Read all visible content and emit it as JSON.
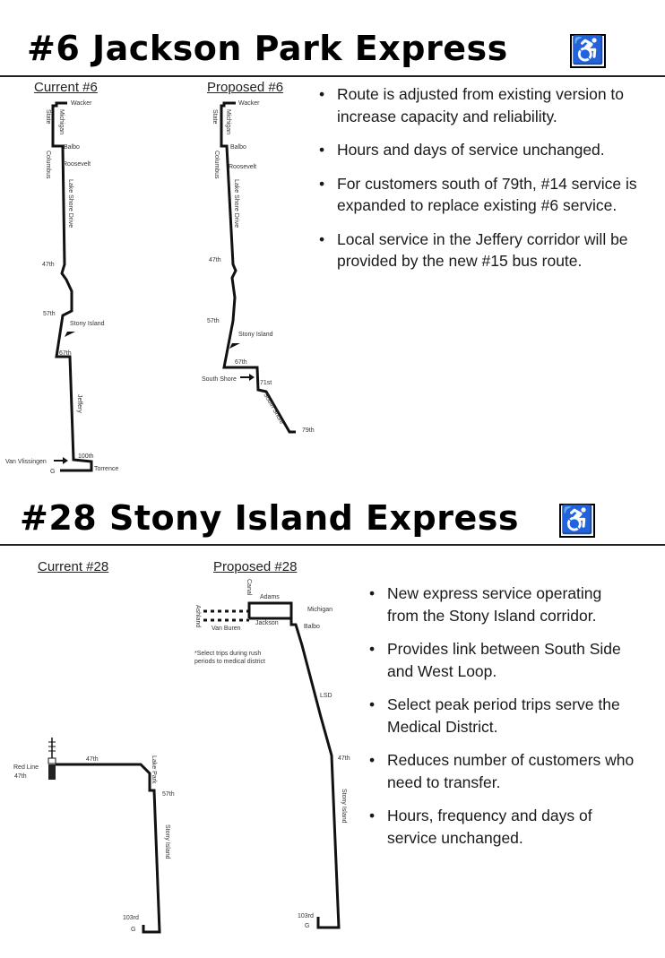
{
  "section6": {
    "title": "#6 Jackson Park Express",
    "accessible_icon": "wheelchair-icon",
    "current_heading": "Current #6",
    "proposed_heading": "Proposed #6",
    "bullets": [
      "Route is adjusted from existing version to increase capacity and reliability.",
      "Hours and days of service unchanged.",
      "For customers south of 79th, #14 service is expanded to replace existing #6 service.",
      "Local service in the Jeffery corridor will be provided by the new #15 bus route."
    ],
    "current_labels": {
      "wacker": "Wacker",
      "state": "State",
      "michigan": "Michigan",
      "balbo": "Balbo",
      "columbus": "Columbus",
      "roosevelt": "Roosevelt",
      "lsd": "Lake Shore Drive",
      "s47": "47th",
      "s57": "57th",
      "stony": "Stony Island",
      "s67": "67th",
      "jeffery": "Jeffery",
      "s100": "100th",
      "vanv": "Van Vlissingen",
      "torrence": "Torrence",
      "garage": "G"
    },
    "proposed_labels": {
      "wacker": "Wacker",
      "state": "State",
      "michigan": "Michigan",
      "balbo": "Balbo",
      "columbus": "Columbus",
      "roosevelt": "Roosevelt",
      "lsd": "Lake Shore Drive",
      "s47": "47th",
      "s57": "57th",
      "stony": "Stony Island",
      "s67": "67th",
      "southshore": "South Shore",
      "s71": "71st",
      "southshore2": "South Shore",
      "s79": "79th"
    }
  },
  "section28": {
    "title": "#28 Stony Island Express",
    "accessible_icon": "wheelchair-icon",
    "current_heading": "Current #28",
    "proposed_heading": "Proposed #28",
    "bullets": [
      "New express service operating from the Stony Island corridor.",
      "Provides link between South Side and West Loop.",
      "Select peak period trips serve the Medical District.",
      "Reduces number of customers who need to transfer.",
      "Hours, frequency and days of service unchanged."
    ],
    "current_labels": {
      "redline": "Red Line",
      "redline47": "47th",
      "s47": "47th",
      "lakepark": "Lake Park",
      "s57": "57th",
      "stony": "Stony Island",
      "s103": "103rd",
      "garage": "G"
    },
    "proposed_labels": {
      "canal": "Canal",
      "adams": "Adams",
      "michigan": "Michigan",
      "jackson": "Jackson",
      "balbo": "Balbo",
      "ashland": "Ashland",
      "vanburen": "Van Buren",
      "note1": "*Select trips during rush",
      "note2": "periods to medical district",
      "lsd": "LSD",
      "s47": "47th",
      "stony": "Stony Island",
      "s103": "103rd",
      "garage": "G"
    }
  }
}
